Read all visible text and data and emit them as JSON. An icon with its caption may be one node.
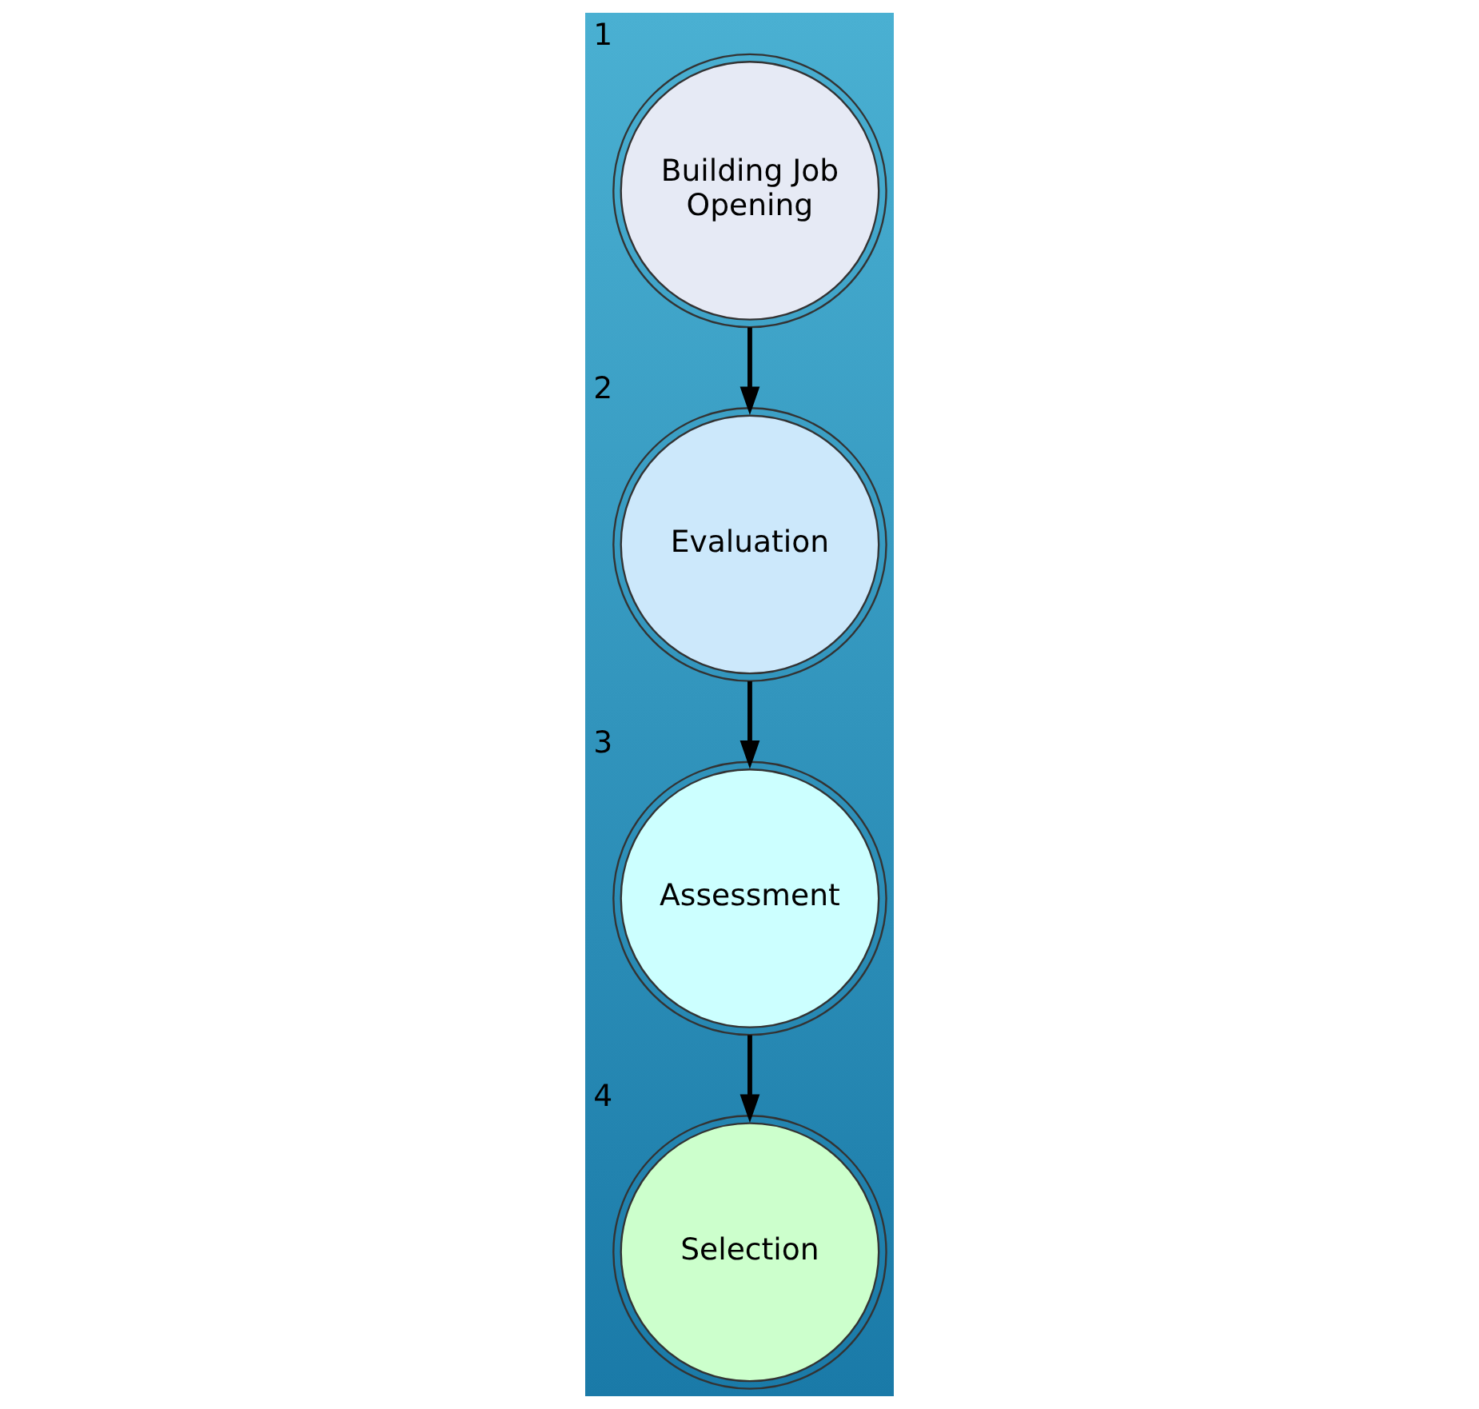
{
  "diagram": {
    "nodes": [
      {
        "text": [
          "Building Job Opening"
        ],
        "beside": [
          "1"
        ]
      },
      {
        "text": [
          "Evaluation"
        ],
        "beside": [
          "2"
        ]
      },
      {
        "text": [
          "Assessment"
        ],
        "beside": [
          "3"
        ]
      },
      {
        "text": [
          "Selection"
        ],
        "beside": [
          "4"
        ]
      }
    ],
    "edges": [
      {
        "from": 0,
        "to": 1,
        "arrow": "to"
      },
      {
        "from": 1,
        "to": 2,
        "arrow": "to"
      },
      {
        "from": 2,
        "to": 3,
        "arrow": "to"
      }
    ]
  }
}
